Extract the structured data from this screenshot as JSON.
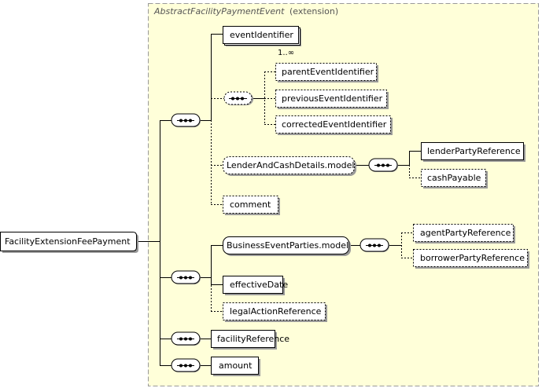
{
  "extension": {
    "type_name": "AbstractFacilityPaymentEvent",
    "kind": "(extension)"
  },
  "root": {
    "label": "FacilityExtensionFeePayment"
  },
  "elements": {
    "event_identifier": "eventIdentifier",
    "event_identifier_multiplicity": "1..∞",
    "parent_event_identifier": "parentEventIdentifier",
    "previous_event_identifier": "previousEventIdentifier",
    "corrected_event_identifier": "correctedEventIdentifier",
    "lender_and_cash_details_model": "LenderAndCashDetails.model",
    "lender_party_reference": "lenderPartyReference",
    "cash_payable": "cashPayable",
    "comment": "comment",
    "business_event_parties_model": "BusinessEventParties.model",
    "agent_party_reference": "agentPartyReference",
    "borrower_party_reference": "borrowerPartyReference",
    "effective_date": "effectiveDate",
    "legal_action_reference": "legalActionReference",
    "facility_reference": "facilityReference",
    "amount": "amount"
  },
  "colors": {
    "extension_fill": "#ffffd9",
    "extension_border": "#999999",
    "box_fill": "#ffffff",
    "shadow": "#999999",
    "line": "#000000"
  }
}
